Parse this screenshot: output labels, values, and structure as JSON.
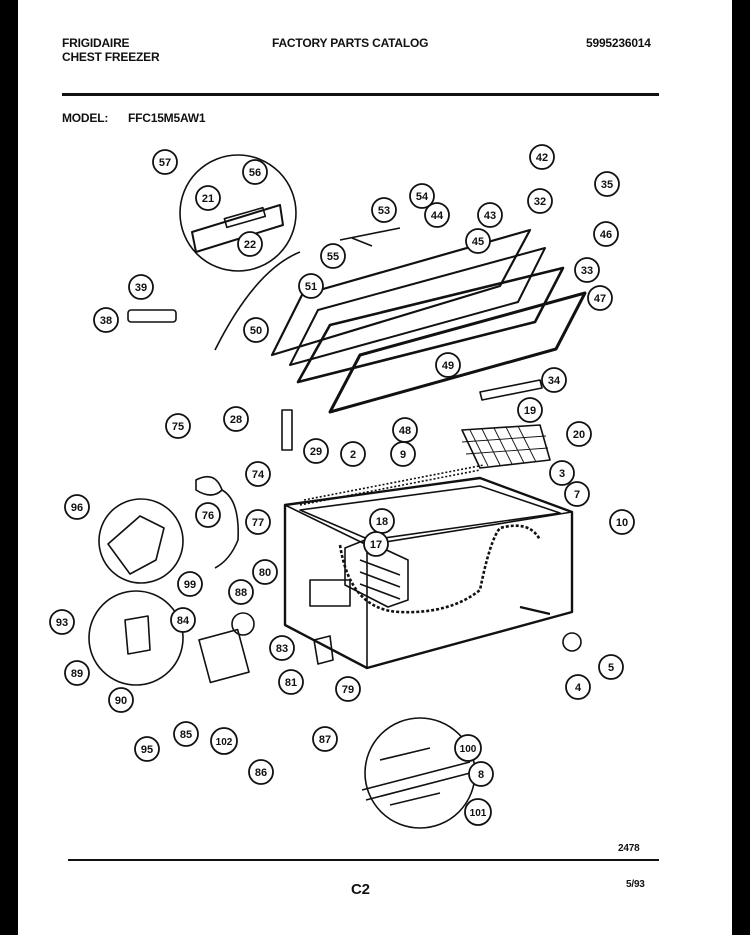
{
  "header": {
    "brand": "FRIGIDAIRE",
    "product": "CHEST FREEZER",
    "catalog": "FACTORY PARTS CATALOG",
    "part_number": "5995236014",
    "model_label": "MODEL:",
    "model": "FFC15M5AW1"
  },
  "footer": {
    "diagram_number": "2478",
    "page": "C2",
    "date": "5/93"
  },
  "colors": {
    "ink": "#111111",
    "paper": "#ffffff",
    "scan_border": "#000000"
  },
  "callouts": [
    {
      "n": "57"
    },
    {
      "n": "56"
    },
    {
      "n": "21"
    },
    {
      "n": "22"
    },
    {
      "n": "53"
    },
    {
      "n": "54"
    },
    {
      "n": "44"
    },
    {
      "n": "43"
    },
    {
      "n": "45"
    },
    {
      "n": "42"
    },
    {
      "n": "32"
    },
    {
      "n": "35"
    },
    {
      "n": "46"
    },
    {
      "n": "33"
    },
    {
      "n": "47"
    },
    {
      "n": "55"
    },
    {
      "n": "51"
    },
    {
      "n": "39"
    },
    {
      "n": "38"
    },
    {
      "n": "50"
    },
    {
      "n": "49"
    },
    {
      "n": "34"
    },
    {
      "n": "19"
    },
    {
      "n": "20"
    },
    {
      "n": "75"
    },
    {
      "n": "28"
    },
    {
      "n": "29"
    },
    {
      "n": "48"
    },
    {
      "n": "2"
    },
    {
      "n": "9"
    },
    {
      "n": "3"
    },
    {
      "n": "7"
    },
    {
      "n": "10"
    },
    {
      "n": "74"
    },
    {
      "n": "96"
    },
    {
      "n": "76"
    },
    {
      "n": "77"
    },
    {
      "n": "18"
    },
    {
      "n": "17"
    },
    {
      "n": "80"
    },
    {
      "n": "99"
    },
    {
      "n": "93"
    },
    {
      "n": "84"
    },
    {
      "n": "88"
    },
    {
      "n": "83"
    },
    {
      "n": "89"
    },
    {
      "n": "81"
    },
    {
      "n": "79"
    },
    {
      "n": "90"
    },
    {
      "n": "85"
    },
    {
      "n": "102"
    },
    {
      "n": "87"
    },
    {
      "n": "95"
    },
    {
      "n": "86"
    },
    {
      "n": "5"
    },
    {
      "n": "4"
    },
    {
      "n": "100"
    },
    {
      "n": "8"
    },
    {
      "n": "101"
    }
  ]
}
